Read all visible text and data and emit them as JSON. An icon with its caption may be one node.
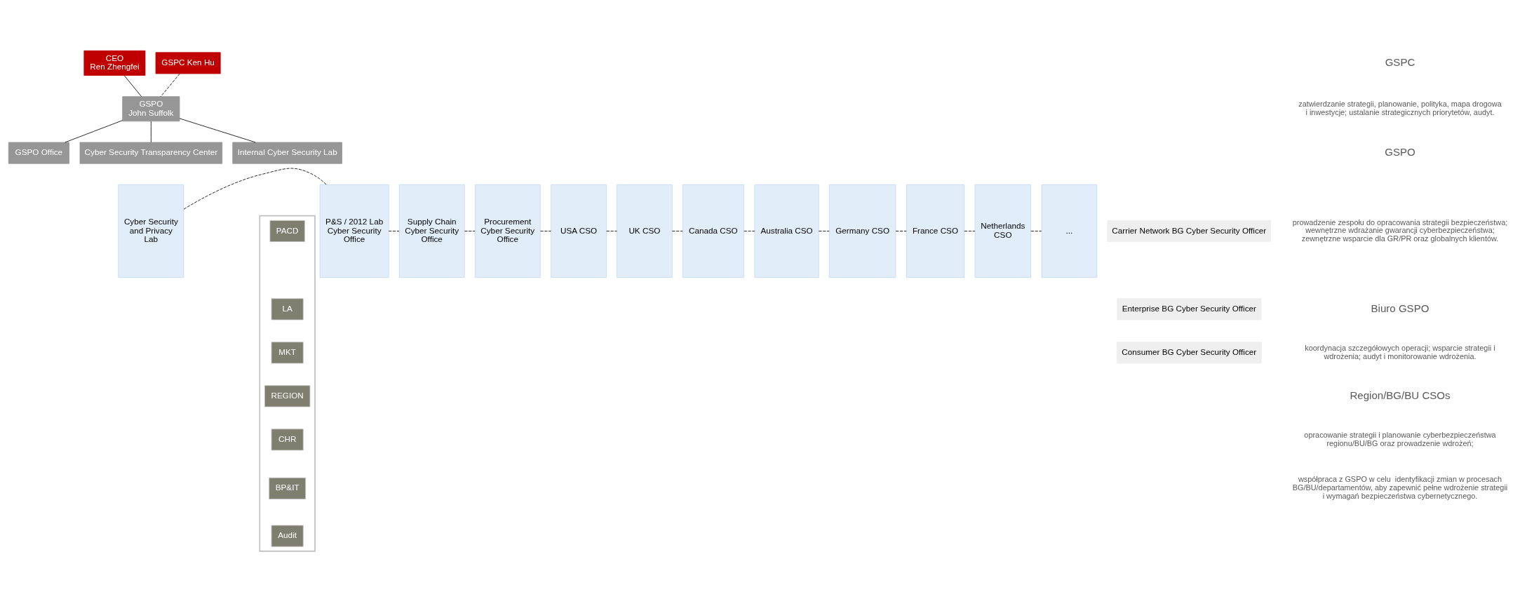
{
  "diagram": {
    "nodes": [
      {
        "text": [
          "CEO",
          "Ren Zhengfei"
        ]
      },
      {
        "text": [
          "GSPC Ken Hu"
        ]
      },
      {
        "text": [
          "GSPO",
          "John Suffolk"
        ]
      },
      {
        "text": [
          "GSPO Office"
        ]
      },
      {
        "text": [
          "Cyber Security Transparency Center"
        ]
      },
      {
        "text": [
          "Internal Cyber Security Lab"
        ]
      },
      {
        "text": [],
        "shape": "box"
      },
      {
        "text": [
          "PACD"
        ],
        "in": 6
      },
      {
        "text": [
          "LA"
        ],
        "in": 6
      },
      {
        "text": [
          "MKT"
        ],
        "in": 6
      },
      {
        "text": [
          "REGION"
        ],
        "in": 6
      },
      {
        "text": [
          "CHR"
        ],
        "in": 6
      },
      {
        "text": [
          "BP&IT"
        ],
        "in": 6
      },
      {
        "text": [
          "Audit"
        ],
        "in": 6
      },
      {
        "text": [
          "Cyber Security and Privacy Lab"
        ]
      },
      {
        "text": [
          "P&S / 2012 Lab Cyber Security Office"
        ]
      },
      {
        "text": [
          "Supply Chain Cyber Security Office"
        ]
      },
      {
        "text": [
          "Procurement Cyber Security Office"
        ]
      },
      {
        "text": [
          "USA CSO"
        ]
      },
      {
        "text": [
          "UK CSO"
        ]
      },
      {
        "text": [
          "Canada CSO"
        ]
      },
      {
        "text": [
          "Australia CSO"
        ]
      },
      {
        "text": [
          "Germany CSO"
        ]
      },
      {
        "text": [
          "France CSO"
        ]
      },
      {
        "text": [
          "Netherlands CSO"
        ]
      },
      {
        "text": [
          "..."
        ]
      },
      {
        "text": [
          "Carrier Network BG Cyber Security Officer"
        ]
      },
      {
        "text": [
          "Enterprise BG Cyber Security Officer"
        ]
      },
      {
        "text": [
          "Consumer BG Cyber Security Officer"
        ]
      }
    ],
    "edges": [
      {
        "from": 0,
        "to": 2,
        "arrow": "none"
      },
      {
        "from": 1,
        "to": 2,
        "arrow": "none",
        "style": "dashed"
      },
      {
        "from": 2,
        "to": 3,
        "arrow": "none"
      },
      {
        "from": 2,
        "to": 4,
        "arrow": "none"
      },
      {
        "from": 2,
        "to": 5,
        "arrow": "none"
      },
      {
        "from": 14,
        "to": 15,
        "arrow": "none",
        "style": "dashed"
      },
      {
        "from": 15,
        "to": 16,
        "arrow": "none",
        "style": "dashed"
      },
      {
        "from": 16,
        "to": 17,
        "arrow": "none",
        "style": "dashed"
      },
      {
        "from": 17,
        "to": 18,
        "arrow": "none",
        "style": "dashed"
      },
      {
        "from": 18,
        "to": 19,
        "arrow": "none",
        "style": "dashed"
      },
      {
        "from": 19,
        "to": 20,
        "arrow": "none",
        "style": "dashed"
      },
      {
        "from": 20,
        "to": 21,
        "arrow": "none",
        "style": "dashed"
      },
      {
        "from": 21,
        "to": 22,
        "arrow": "none",
        "style": "dashed"
      },
      {
        "from": 22,
        "to": 23,
        "arrow": "none",
        "style": "dashed"
      },
      {
        "from": 23,
        "to": 24,
        "arrow": "none",
        "style": "dashed"
      },
      {
        "from": 24,
        "to": 25,
        "arrow": "none",
        "style": "dashed"
      }
    ],
    "labels": [
      "GSPC",
      "zatwierdzanie strategii, planowanie, polityka, mapa drogowa i inwestycje; ustalanie strategicznych priorytetów, audyt.",
      "GSPO",
      "prowadzenie zespołu do opracowania strategii bezpieczeństwa; wewnętrzne wdrażanie gwarancji cyberbezpieczeństwa; zewnętrzne wsparcie dla GR/PR oraz globalnych klientów.",
      "Biuro GSPO",
      "koordynacja szczegółowych operacji; wsparcie strategii i wdrożenia; audyt i monitorowanie wdrożenia.",
      "Region/BG/BU CSOs",
      "opracowanie strategii i planowanie cyberbezpieczeństwa regionu/BU/BG oraz prowadzenie wdrożeń;",
      "współpraca z GSPO w celu  identyfikacji zmian w procesach BG/BU/departamentów, aby zapewnić pełne wdrożenie strategii i wymagań bezpieczeństwa cybernetycznego."
    ]
  }
}
